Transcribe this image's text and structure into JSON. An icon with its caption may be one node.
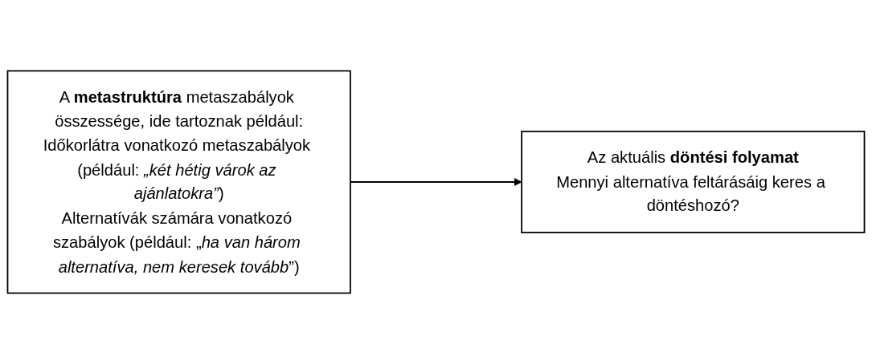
{
  "diagram": {
    "nodes": [
      {
        "text": [
          "A **metastruktúra** metaszabályok összessége, ide tartoznak például:",
          "Időkorlátra vonatkozó metaszabályok (például: *„két hétig várok az ajánlatokra”*)",
          "Alternatívák számára vonatkozó szabályok (például: „*ha van három alternatíva, nem keresek tovább*”)"
        ]
      },
      {
        "text": [
          "Az aktuális **döntési folyamat**",
          "Mennyi alternatíva feltárásáig keres a döntéshozó?"
        ]
      }
    ],
    "edges": [
      {
        "from": 0,
        "to": 1,
        "arrow": "to"
      }
    ]
  }
}
